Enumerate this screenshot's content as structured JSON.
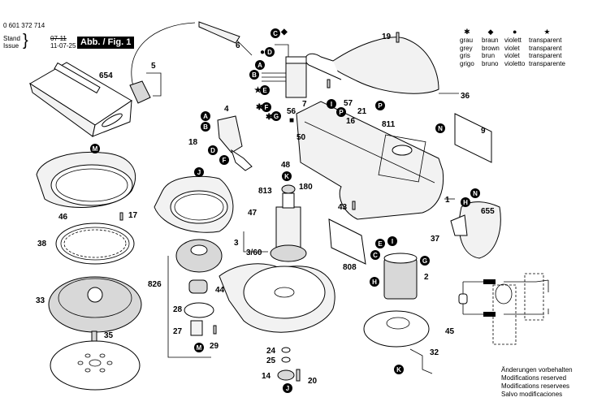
{
  "header": {
    "part_number": "0 601 372 714",
    "stand_label": "Stand",
    "issue_label": "Issue",
    "stand_value": "07-11",
    "issue_value": "11-07-25",
    "figure_label": "Abb. / Fig. 1"
  },
  "color_legend": [
    {
      "symbol": "✱",
      "meaning": "grey",
      "translations": [
        "grau",
        "grey",
        "gris",
        "grigo"
      ]
    },
    {
      "symbol": "◆",
      "meaning": "brown",
      "translations": [
        "braun",
        "brown",
        "brun",
        "bruno"
      ]
    },
    {
      "symbol": "●",
      "meaning": "violet",
      "translations": [
        "violett",
        "violet",
        "violet",
        "violetto"
      ]
    },
    {
      "symbol": "★",
      "meaning": "transparent",
      "translations": [
        "transparent",
        "transparent",
        "transparent",
        "transparente"
      ]
    }
  ],
  "notes": [
    "Änderungen vorbehalten",
    "Modifications reserved",
    "Modifications reservees",
    "Salvo modificaciones"
  ],
  "part_labels": [
    "654",
    "5",
    "6",
    "4",
    "18",
    "46",
    "17",
    "38",
    "33",
    "35",
    "826",
    "28",
    "27",
    "29",
    "47",
    "813",
    "3",
    "3/60",
    "44",
    "24",
    "25",
    "14",
    "20",
    "48",
    "50",
    "180",
    "43",
    "808",
    "19",
    "7",
    "56",
    "57",
    "21",
    "16",
    "811",
    "36",
    "9",
    "1",
    "655",
    "37",
    "2",
    "45",
    "32"
  ],
  "connector_labels": [
    "A",
    "B",
    "C",
    "D",
    "E",
    "F",
    "G",
    "H",
    "I",
    "J",
    "K",
    "M",
    "N",
    "P"
  ],
  "marker_symbols": {
    "grey": "✱",
    "brown": "◆",
    "violet": "●",
    "transparent": "★",
    "square": "■"
  }
}
